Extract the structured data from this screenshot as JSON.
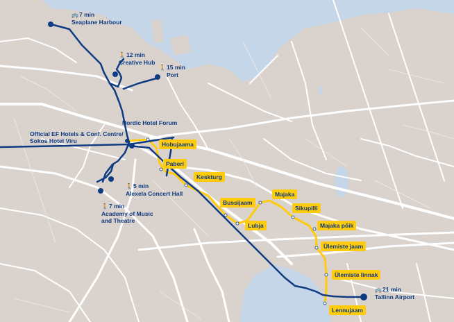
{
  "colors": {
    "land": "#d9d2cd",
    "water": "#c5d6e8",
    "road": "#ffffff",
    "route_blue": "#0e3b82",
    "route_yellow": "#ffcb0d"
  },
  "icons": {
    "bus": "bus-icon",
    "walk": "walking-person-icon",
    "stop": "stop-marker"
  },
  "destinations": {
    "seaplane_harbour": {
      "time": "7 min",
      "name": "Seaplane Harbour",
      "icon": "bus-icon"
    },
    "creative_hub": {
      "time": "12 min",
      "name": "Creative Hub",
      "icon": "walking-person-icon"
    },
    "port": {
      "time": "15 min",
      "name": "Port",
      "icon": "walking-person-icon"
    },
    "nordic_hotel_forum": {
      "name": "Nordic Hotel Forum"
    },
    "ef_hotels": {
      "line1": "Official EF Hotels & Conf. Centre/",
      "line2": "Sokos Hotel Viru"
    },
    "alexela": {
      "time": "5 min",
      "name": "Alexela Concert Hall",
      "icon": "walking-person-icon"
    },
    "academy": {
      "time": "7 min",
      "line1": "Academy of Music",
      "line2": "and Theatre",
      "icon": "walking-person-icon"
    },
    "airport": {
      "time": "21 min",
      "name": "Tallinn Airport",
      "icon": "bus-icon"
    }
  },
  "tram_stops": [
    "Hobujaama",
    "Paberi",
    "Kesk­turg",
    "Bussijaam",
    "Lubja",
    "Majaka",
    "Sikupilli",
    "Majaka põik",
    "Ülemiste jaam",
    "Ülemiste linnak",
    "Lennujaam"
  ]
}
